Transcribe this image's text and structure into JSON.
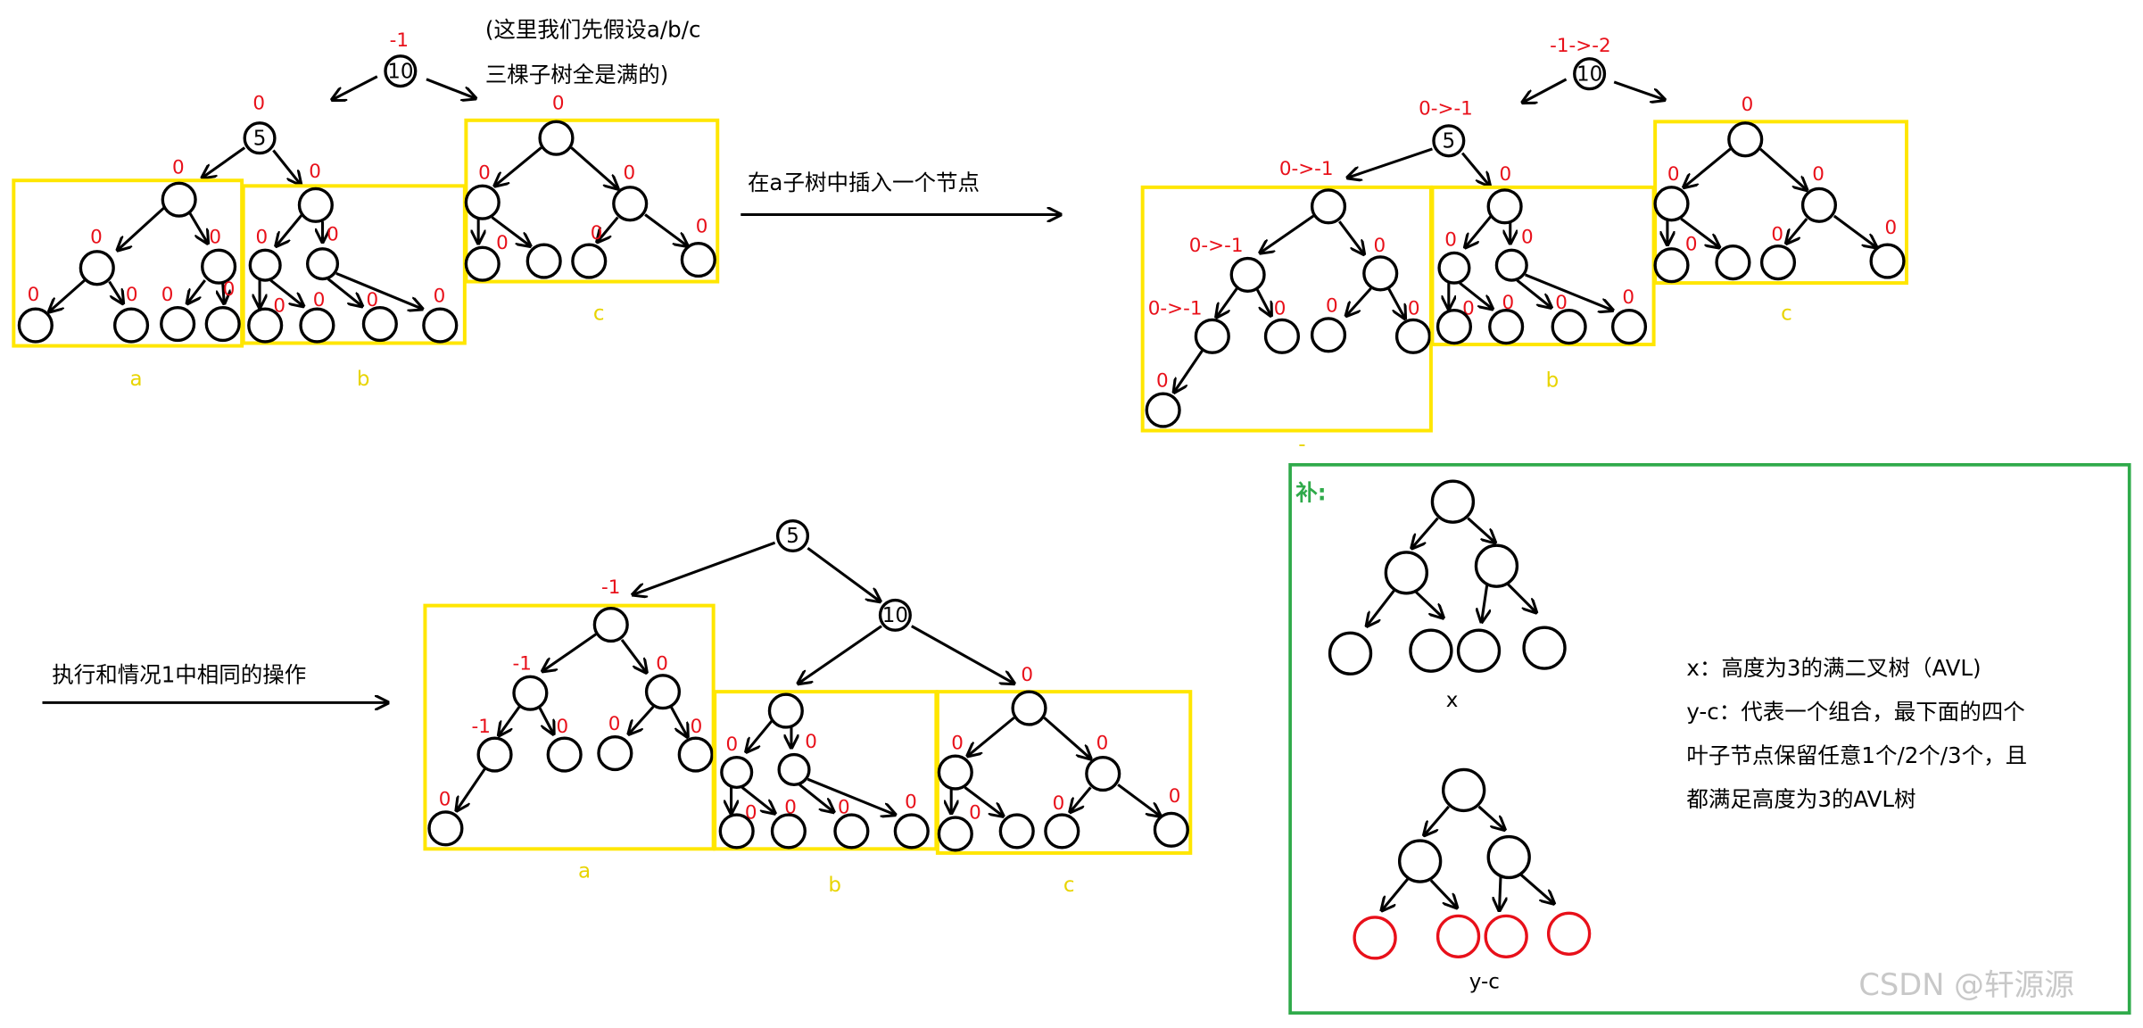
{
  "annotations": {
    "note_line1": "(这里我们先假设a/b/c",
    "note_line2": "三棵子树全是满的)",
    "step1": "在a子树中插入一个节点",
    "step2": "执行和情况1中相同的操作"
  },
  "node_labels": {
    "n10": "10",
    "n5": "5"
  },
  "balance": {
    "minus1": "-1",
    "zero": "0",
    "m1_to_m2": "-1->-2",
    "zero_to_m1": "0->-1"
  },
  "subtrees": {
    "a": "a",
    "b": "b",
    "c": "c",
    "dash": "-"
  },
  "supplement": {
    "title": "补:",
    "x_label": "x",
    "yc_label": "y-c",
    "desc_line1": "x：高度为3的满二叉树（AVL)",
    "desc_line2": "y-c：代表一个组合，最下面的四个",
    "desc_line3": "叶子节点保留任意1个/2个/3个，且",
    "desc_line4": "都满足高度为3的AVL树"
  },
  "watermark": "CSDN @轩源源",
  "colors": {
    "balance_factor": "#e8101a",
    "subtree_box": "#ffe600",
    "supplement_box": "#2faa4a",
    "removed_leaf": "#e8101a"
  }
}
